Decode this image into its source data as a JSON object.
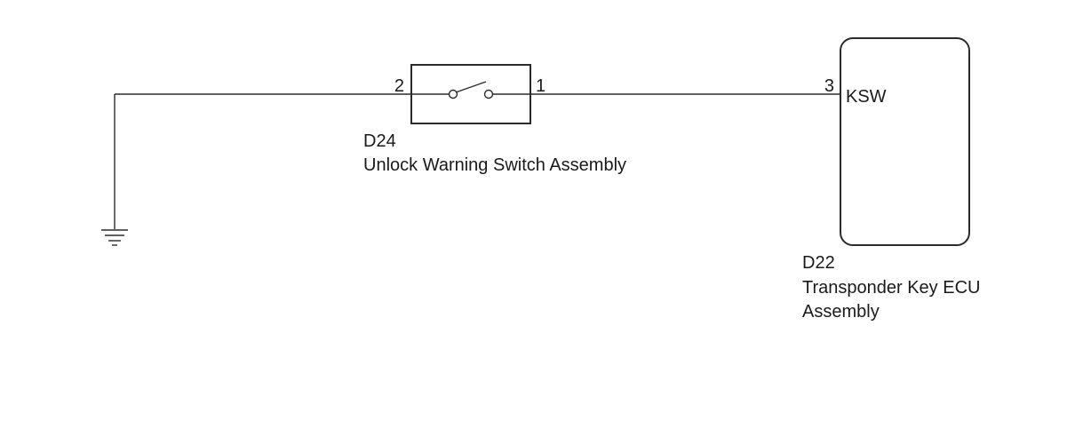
{
  "components": {
    "switch": {
      "code": "D24",
      "name": "Unlock Warning Switch Assembly",
      "pin_left": "2",
      "pin_right": "1"
    },
    "ecu": {
      "code": "D22",
      "name_line1": "Transponder Key ECU",
      "name_line2": "Assembly",
      "pin": "3",
      "terminal": "KSW"
    }
  }
}
